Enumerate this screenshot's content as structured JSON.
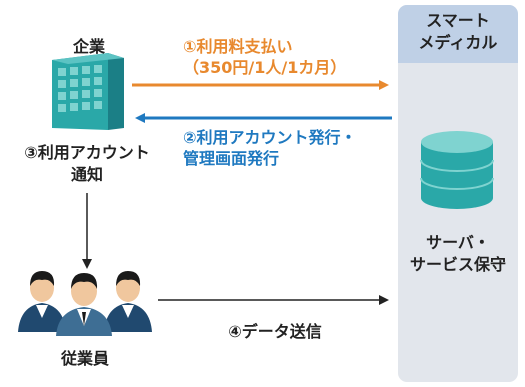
{
  "company": {
    "label": "企業"
  },
  "service": {
    "title_line1": "スマート",
    "title_line2": "メディカル",
    "server_line1": "サーバ・",
    "server_line2": "サービス保守"
  },
  "employees": {
    "label": "従業員"
  },
  "steps": {
    "step1_line1": "①利用料支払い",
    "step1_line2": "（350円/1人/1カ月）",
    "step2_line1": "②利用アカウント発行・",
    "step2_line2": "管理画面発行",
    "step3_line1": "③利用アカウント",
    "step3_line2": "通知",
    "step4": "④データ送信"
  },
  "colors": {
    "orange": "#e8892e",
    "blue": "#1f79c0",
    "teal": "#2aa8a8",
    "panel": "#e2e6ec",
    "panel_header": "#bfd0e6"
  }
}
